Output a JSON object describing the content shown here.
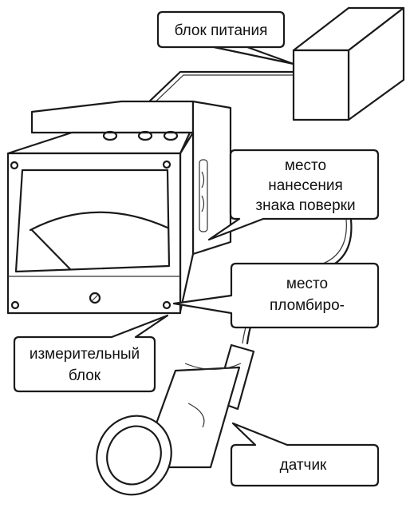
{
  "labels": {
    "power_unit": "блок питания",
    "verification_mark": [
      "место",
      "нанесения",
      "знака поверки"
    ],
    "sealing_place": [
      "место",
      "пломбиро-"
    ],
    "measuring_unit": [
      "измерительный",
      "блок"
    ],
    "sensor": "датчик"
  },
  "colors": {
    "ink": "#1a1a1a",
    "paper": "#ffffff"
  }
}
